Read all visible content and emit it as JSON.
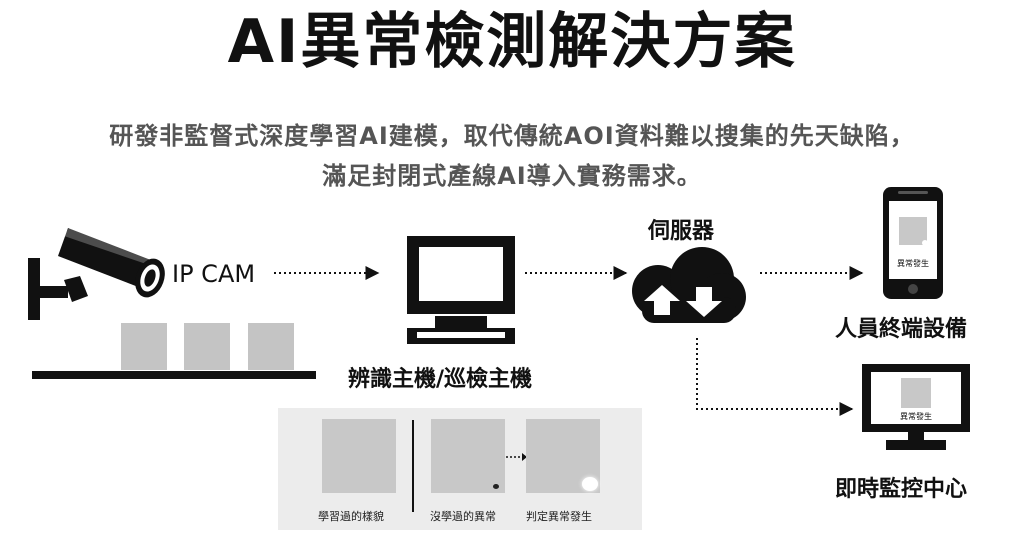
{
  "title": "AI異常檢測解決方案",
  "subtitle": {
    "line1": "研發非監督式深度學習AI建模，取代傳統AOI資料難以搜集的先天缺陷，",
    "line2": "滿足封閉式產線AI導入實務需求。"
  },
  "nodes": {
    "ip_cam": "IP CAM",
    "host": "辨識主機/巡檢主機",
    "server": "伺服器",
    "mobile": "人員終端設備",
    "monitor": "即時監控中心"
  },
  "screens": {
    "mobile_text": "異常發生",
    "monitor_text": "異常發生"
  },
  "samples": {
    "learned": "學習過的樣貌",
    "unlearned": "沒學過的異常",
    "judged": "判定異常發生"
  },
  "colors": {
    "title": "#111111",
    "subtitle": "#555555",
    "icon": "#111111",
    "product_box": "#c4c4c4",
    "panel_bg": "#ececec"
  }
}
